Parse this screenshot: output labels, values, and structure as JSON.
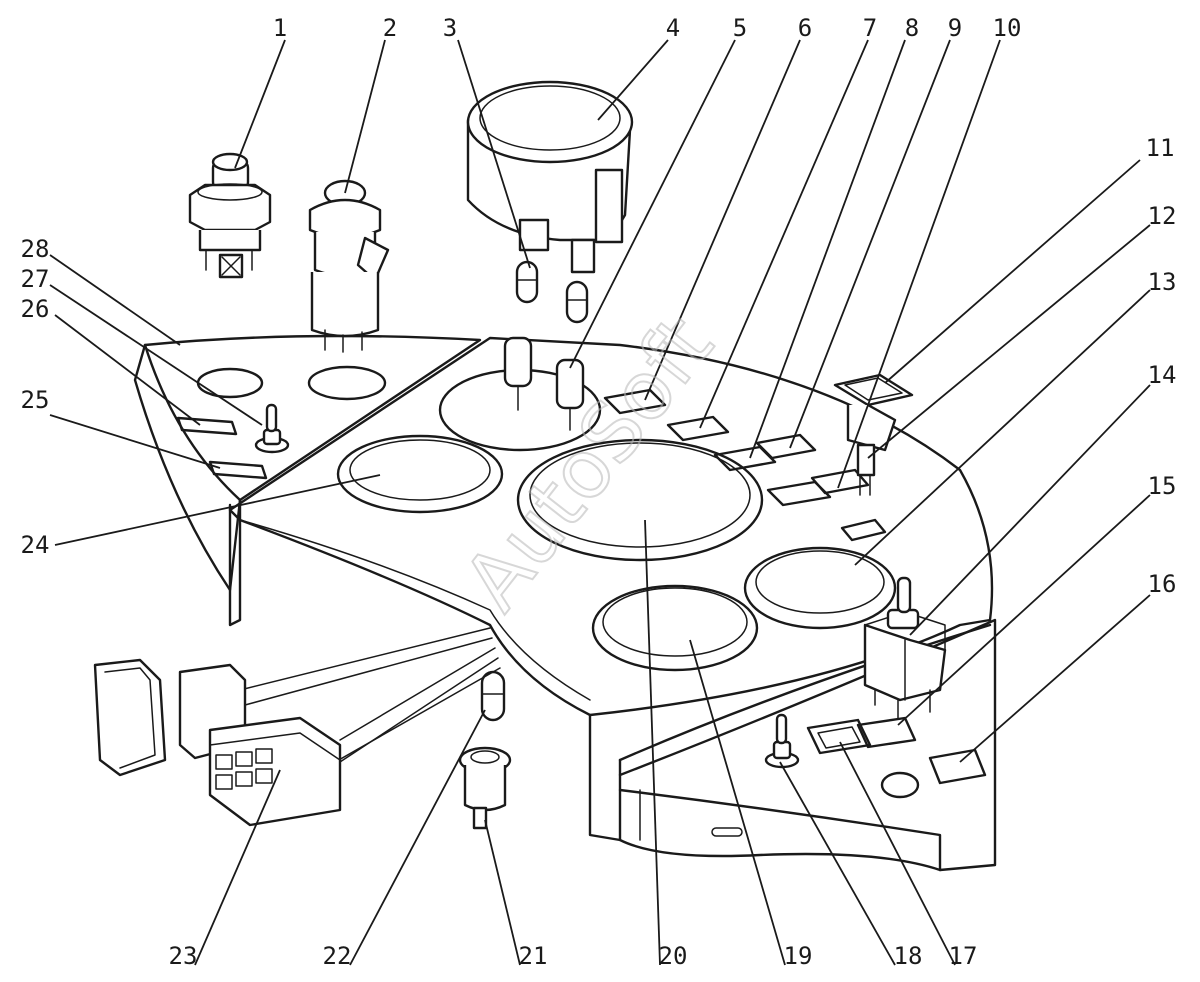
{
  "watermark": "AutoSoft",
  "callouts": [
    {
      "num": "1"
    },
    {
      "num": "2"
    },
    {
      "num": "3"
    },
    {
      "num": "4"
    },
    {
      "num": "5"
    },
    {
      "num": "6"
    },
    {
      "num": "7"
    },
    {
      "num": "8"
    },
    {
      "num": "9"
    },
    {
      "num": "10"
    },
    {
      "num": "11"
    },
    {
      "num": "12"
    },
    {
      "num": "13"
    },
    {
      "num": "14"
    },
    {
      "num": "15"
    },
    {
      "num": "16"
    },
    {
      "num": "17"
    },
    {
      "num": "18"
    },
    {
      "num": "19"
    },
    {
      "num": "20"
    },
    {
      "num": "21"
    },
    {
      "num": "22"
    },
    {
      "num": "23"
    },
    {
      "num": "24"
    },
    {
      "num": "25"
    },
    {
      "num": "26"
    },
    {
      "num": "27"
    },
    {
      "num": "28"
    }
  ]
}
